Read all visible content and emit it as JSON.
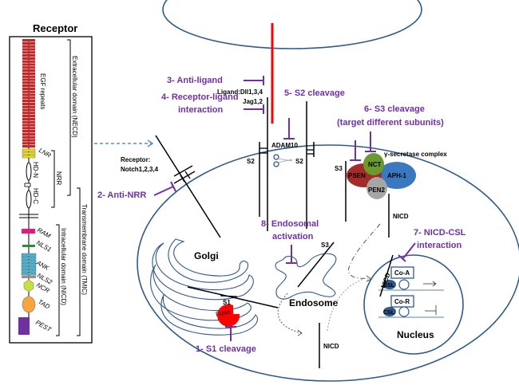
{
  "colors": {
    "membrane": "#2e5a8c",
    "ligand": "#ff0000",
    "inhibitor": "#7030a0",
    "egf": "#c0282a",
    "lnr": "#f2e600",
    "ram": "#e6197e",
    "nls1": "#2a8c3c",
    "ank": "#4bb3c8",
    "nls2": "#a88a70",
    "ncr": "#c8e03c",
    "tad": "#f6a63c",
    "pest": "#7030a0",
    "psen": "#a52a2a",
    "nct": "#6b9a2e",
    "aph1": "#3a78c0",
    "pen2": "#a6a6a6",
    "furin": "#ff0000",
    "csl": "#2e5a8c",
    "arrow_dashed": "#3a78c0"
  },
  "receptor_panel": {
    "title": "Receptor",
    "domains": {
      "egf": "EGF repeats",
      "lnr": "LNR",
      "hdn": "HD-N",
      "hdc": "HD-C",
      "ram": "RAM",
      "nls1": "NLS1",
      "ank": "ANK",
      "nls2": "NLS2",
      "ncr": "NCR",
      "tad": "TAD",
      "pest": "PEST"
    },
    "brackets": {
      "necd": "Extracellular domain (NECD)",
      "nrr": "NRR",
      "tmic": "Transmembrane domain (TMIC)",
      "nicd": "Intracellular domain (NICD)"
    }
  },
  "labels": {
    "ligand_line1": "Ligand:Dll1,3,4",
    "ligand_line2": "Jag1,2",
    "receptor_line1": "Receptor:",
    "receptor_line2": "Notch1,2,3,4",
    "adam10": "ADAM10",
    "s2_left": "S2",
    "s2_scissors": "S2",
    "s3_membrane": "S3",
    "s3_endosome": "S3",
    "s1": "S1",
    "furin": "Furin",
    "gamma_secretase": "γ-secretase complex",
    "nct": "NCT",
    "psen": "PSEN",
    "aph1": "APH-1",
    "pen2": "PEN2",
    "nicd_top": "NICD",
    "nicd_bottom": "NICD",
    "nicd_nucleus": "NICD",
    "golgi": "Golgi",
    "endosome": "Endosome",
    "nucleus": "Nucleus",
    "coa": "Co-A",
    "cor": "Co-R",
    "csl1": "CSL",
    "csl2": "CSL"
  },
  "inhibitors": {
    "i1": "1- S1 cleavage",
    "i2": "2- Anti-NRR",
    "i3": "3- Anti-ligand",
    "i4_line1": "4- Receptor-ligand",
    "i4_line2": "interaction",
    "i5": "5- S2 cleavage",
    "i6_line1": "6- S3 cleavage",
    "i6_line2": "(target different subunits)",
    "i7_line1": "7- NICD-CSL",
    "i7_line2": "interaction",
    "i8_line1": "8- Endosomal",
    "i8_line2": "activation"
  }
}
